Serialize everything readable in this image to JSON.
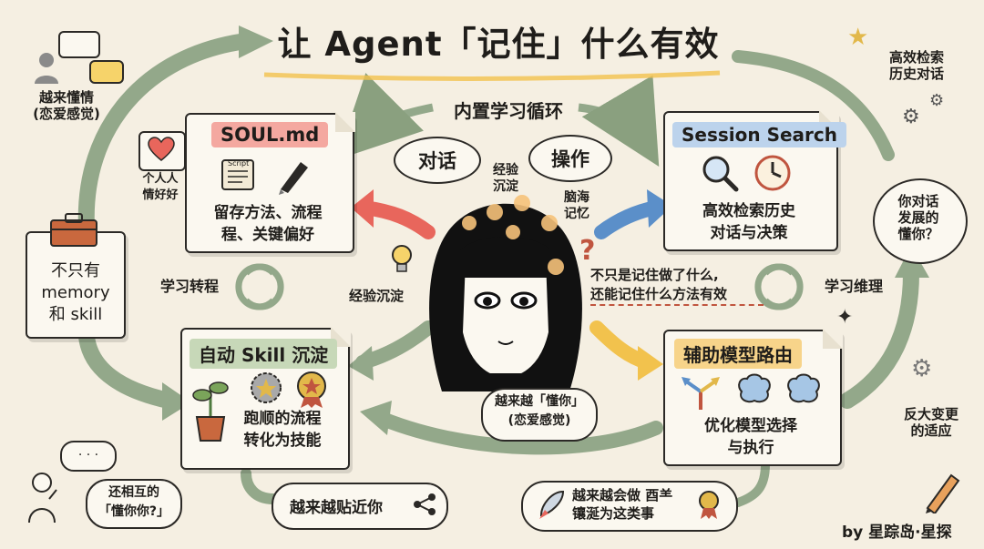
{
  "title": "让 Agent「记住」什么有效",
  "center_loop": "内置学习循环",
  "bubbles": {
    "dialog": "对话",
    "operation": "操作"
  },
  "head_labels": {
    "experience": "经验\n沉淀",
    "brain_memory": "脑海\n记忆",
    "exp_side": "经验沉淀"
  },
  "soul": {
    "title": "SOUL.md",
    "body": "留存方法、流程\n程、关键偏好",
    "heart_label": "个人人\n情好好",
    "script_label": "Script"
  },
  "session": {
    "title": "Session Search",
    "body": "高效检索历史\n对话与决策"
  },
  "skill": {
    "title": "自动 Skill 沉淀",
    "body": "跑顺的流程\n转化为技能"
  },
  "routing": {
    "title": "辅助模型路由",
    "body": "优化模型选择\n与执行"
  },
  "left_card": "不只有\nmemory\n和 skill",
  "mid_note": "不只是记住做了什么,\n还能记住什么方法有效",
  "understand_you": "越来越「懂你」\n(恋爱感觉)",
  "corners": {
    "top_left": "越来懂情\n(恋爱感觉)",
    "top_right": "高效检索\n历史对话",
    "right_bubble": "你对话\n发展的\n懂你？",
    "right_bottom": "反大变更\n的适应",
    "bottom_left_bubble": "还相互的\n「懂你你?」"
  },
  "cycle_labels": {
    "left": "学习转程",
    "right": "学习维理"
  },
  "bottom_pills": {
    "left": "越来越贴近你",
    "right": "越来越会做 ⾣⺷\n镶涎为这类事"
  },
  "author": "by 星踪岛·星探",
  "colors": {
    "red": "#e8665c",
    "blue": "#5b8fc9",
    "green": "#8fa77e",
    "yellow": "#f2c24d",
    "arrow": "#93a88a"
  }
}
